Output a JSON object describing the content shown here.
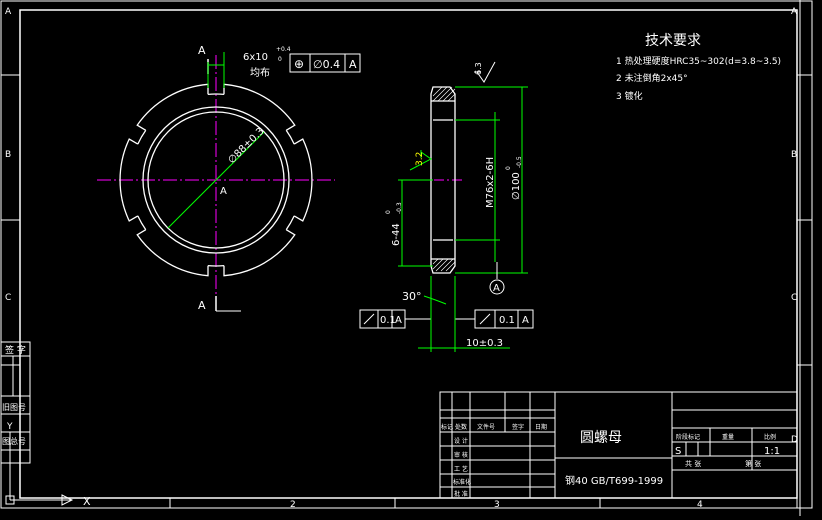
{
  "colors": {
    "background": "#000000",
    "frame": "#ffffff",
    "centerline": "#ff00ff",
    "dimension": "#00ff00",
    "annotation": "#ffffff"
  },
  "frame": {
    "zone_rows": [
      "A",
      "B",
      "C",
      "D"
    ],
    "zone_cols": [
      "2",
      "3",
      "4"
    ]
  },
  "left_view": {
    "section_label_top": "A",
    "section_label_bottom": "A",
    "center_label": "A",
    "slot_dim": "6x10",
    "slot_tol_upper": "+0.4",
    "slot_tol_lower": "0",
    "slot_note": "均布",
    "position_symbol": "⊕",
    "position_tol": "∅0.4",
    "position_datum": "A",
    "dia_dim": "∅88±0.3"
  },
  "section_view": {
    "roughness_top": "6.3",
    "roughness_left": "3.2",
    "thread_dim": "M76x2-6H",
    "outer_dim": "∅100",
    "outer_tol_upper": "0",
    "outer_tol_lower": "-0.5",
    "inner_dim": "6-44",
    "inner_tol_upper": "0",
    "inner_tol_lower": "-0.3",
    "datum_label": "A",
    "chamfer_angle": "30°",
    "runout_left_tol": "0.1",
    "runout_left_datum": "A",
    "runout_right_tol": "0.1",
    "runout_right_datum": "A",
    "thickness_dim": "10±0.3"
  },
  "tech_requirements": {
    "title": "技术要求",
    "items": [
      "1 热处理硬度HRC35~302(d=3.8~3.5)",
      "2 未注倒角2x45°",
      "3 镀化"
    ]
  },
  "side_labels": {
    "sign": "签 字",
    "old_part_no": "旧图号",
    "drawing_no": "图总号",
    "y_axis": "Y",
    "x_axis": "X"
  },
  "title_block": {
    "part_name": "圆螺母",
    "material": "钢40  GB/T699-1999",
    "scale": "1:1",
    "stage_mark": "S",
    "sheets": "共  张",
    "sheet_no": "第  张",
    "rev_headers": [
      "标记",
      "处数",
      "文件号",
      "签字",
      "日期"
    ],
    "sign_rows": [
      "设 计",
      "审 核",
      "工 艺",
      "标准化",
      "批 准"
    ],
    "right_headers": [
      "阶段标记",
      "重量",
      "比例"
    ]
  }
}
